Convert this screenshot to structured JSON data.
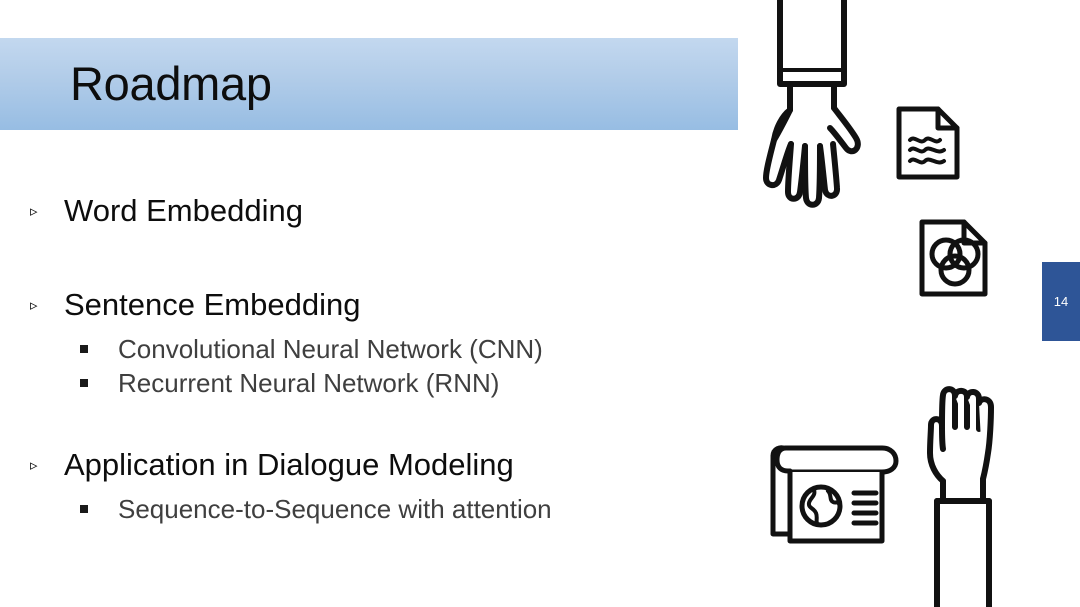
{
  "slide": {
    "title": "Roadmap",
    "page_number": "14",
    "accent_band_color": "#b3cde9",
    "page_badge_color": "#2e5597",
    "background_color": "#ffffff"
  },
  "outline": [
    {
      "level": 1,
      "marker": "triangle-bullet",
      "text": "Word Embedding"
    },
    {
      "level": 1,
      "marker": "triangle-bullet",
      "text": "Sentence Embedding"
    },
    {
      "level": 2,
      "marker": "square-bullet",
      "text": "Convolutional Neural Network (CNN)"
    },
    {
      "level": 2,
      "marker": "square-bullet",
      "text": "Recurrent Neural Network (RNN)"
    },
    {
      "level": 1,
      "marker": "triangle-bullet",
      "text": "Application in Dialogue Modeling"
    },
    {
      "level": 2,
      "marker": "square-bullet",
      "text": "Sequence-to-Sequence with attention"
    }
  ],
  "bullets": {
    "triangle_glyph": "▹"
  },
  "artwork": [
    {
      "name": "hand-pointing-down-icon"
    },
    {
      "name": "document-with-text-lines-icon"
    },
    {
      "name": "document-with-venn-diagram-icon"
    },
    {
      "name": "newspaper-with-globe-icon"
    },
    {
      "name": "raised-hand-icon"
    }
  ]
}
